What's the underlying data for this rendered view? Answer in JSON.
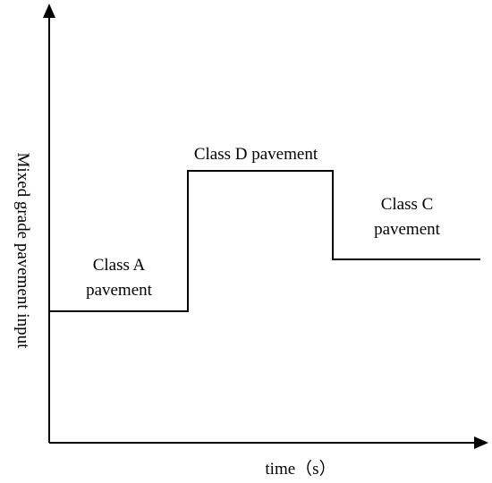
{
  "diagram": {
    "ylabel": "Mixed grade pavement input",
    "xlabel": "time（s）",
    "segments": [
      {
        "label_line1": "Class A",
        "label_line2": "pavement"
      },
      {
        "label_line1": "Class D pavement"
      },
      {
        "label_line1": "Class C",
        "label_line2": "pavement"
      }
    ],
    "line_color": "#000000",
    "background": "#ffffff"
  }
}
